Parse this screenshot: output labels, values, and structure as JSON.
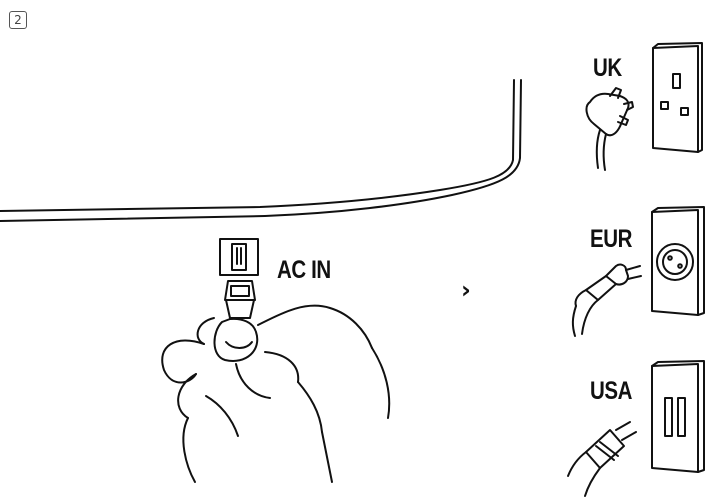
{
  "step": {
    "number": "2"
  },
  "connector": {
    "label": "AC IN"
  },
  "flow_arrow": {
    "glyph": "›"
  },
  "regions": [
    {
      "label": "UK"
    },
    {
      "label": "EUR"
    },
    {
      "label": "USA"
    }
  ],
  "colors": {
    "line": "#111111",
    "background": "#ffffff",
    "badge_border": "#555555"
  }
}
